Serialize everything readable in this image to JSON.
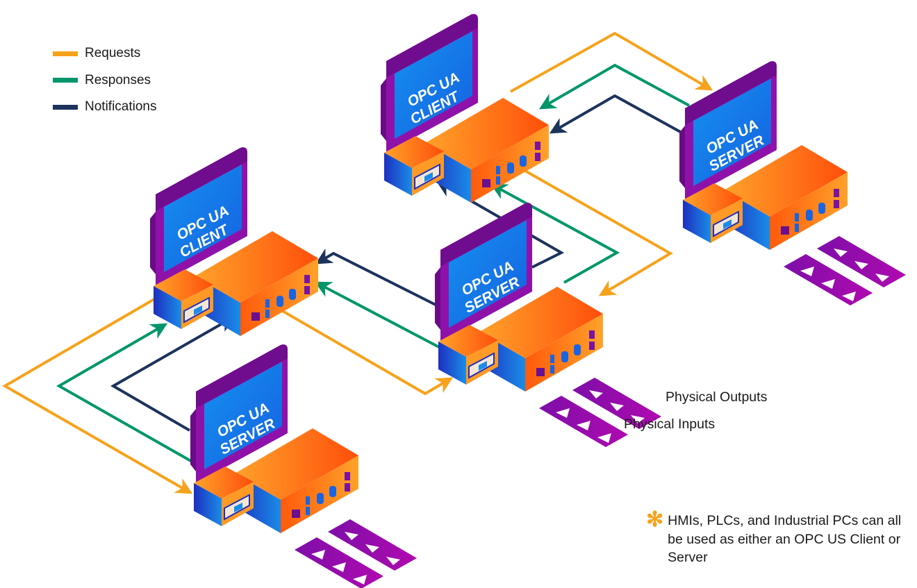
{
  "legend": [
    {
      "label": "Requests",
      "color": "#f7a21b"
    },
    {
      "label": "Responses",
      "color": "#00966a"
    },
    {
      "label": "Notifications",
      "color": "#1c335c"
    }
  ],
  "nodes": [
    {
      "id": "client-top",
      "line1": "OPC UA",
      "line2": "CLIENT",
      "role": "client"
    },
    {
      "id": "server-right",
      "line1": "OPC UA",
      "line2": "SERVER",
      "role": "server"
    },
    {
      "id": "client-left",
      "line1": "OPC UA",
      "line2": "CLIENT",
      "role": "client"
    },
    {
      "id": "server-middle",
      "line1": "OPC UA",
      "line2": "SERVER",
      "role": "server"
    },
    {
      "id": "server-bottom",
      "line1": "OPC UA",
      "line2": "SERVER",
      "role": "server"
    }
  ],
  "captions": {
    "physical_outputs": "Physical Outputs",
    "physical_inputs": "Physical Inputs"
  },
  "note": {
    "symbol": "✻",
    "text": "HMIs, PLCs, and Industrial PCs can all be used as either an OPC US Client or Server"
  },
  "colors": {
    "request": "#f7a21b",
    "response": "#00966a",
    "notification": "#1c335c",
    "monitor_frame": "#8a0fa8",
    "screen": "#1a7fe6",
    "device_orange": "#ff7a12",
    "device_blue": "#1d4fd6",
    "io_pad": "#9a0aae"
  }
}
